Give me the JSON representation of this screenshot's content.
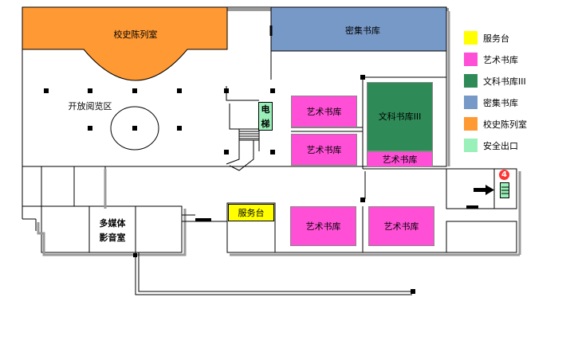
{
  "rooms": {
    "history_room": "校史陈列室",
    "dense_stacks": "密集书库",
    "open_reading": "开放阅览区",
    "elevator": [
      "电",
      "梯"
    ],
    "art_stack": "艺术书库",
    "lit_stack": "文科书库III",
    "service_desk": "服务台",
    "multimedia": [
      "多媒体",
      "影音室"
    ]
  },
  "exit_marker": "4",
  "legend": [
    {
      "label": "服务台",
      "color": "#ffff00"
    },
    {
      "label": "艺术书库",
      "color": "#ff4fd6"
    },
    {
      "label": "文科书库III",
      "color": "#2e8b57"
    },
    {
      "label": "密集书库",
      "color": "#7799c8"
    },
    {
      "label": "校史陈列室",
      "color": "#ff9933"
    },
    {
      "label": "安全出口",
      "color": "#99f0b8"
    }
  ],
  "colors": {
    "history": "#ff9933",
    "dense": "#7799c8",
    "art": "#ff4fd6",
    "lit": "#2e8b57",
    "desk": "#ffff00",
    "elevator": "#99f0b8",
    "wall": "#000000",
    "shadow": "#999999"
  }
}
